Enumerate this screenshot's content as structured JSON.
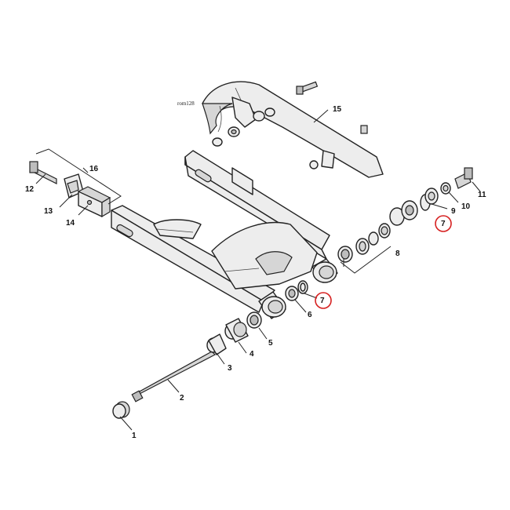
{
  "figure_code": "rom128",
  "highlight_color": "#d62020",
  "callouts": {
    "c1": "1",
    "c2": "2",
    "c3": "3",
    "c4": "4",
    "c5": "5",
    "c6": "6",
    "c7a": "7",
    "c7b": "7",
    "c8": "8",
    "c9": "9",
    "c10": "10",
    "c11": "11",
    "c12": "12",
    "c13": "13",
    "c14": "14",
    "c15": "15",
    "c16": "16"
  }
}
